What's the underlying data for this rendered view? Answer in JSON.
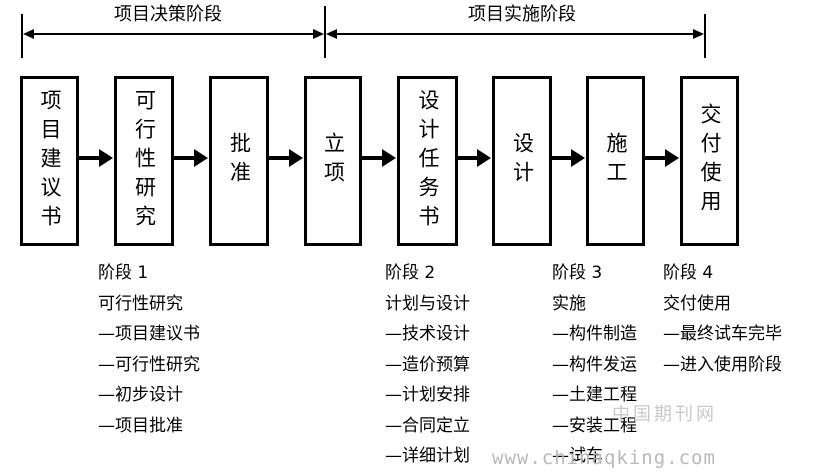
{
  "phases": {
    "decision": "项目决策阶段",
    "implementation": "项目实施阶段"
  },
  "boxes": [
    "项目建议书",
    "可行性研究",
    "批准",
    "立项",
    "设计任务书",
    "设计",
    "施工",
    "交付使用"
  ],
  "stages": [
    {
      "lines": [
        "阶段 1",
        "可行性研究",
        "—项目建议书",
        "—可行性研究",
        "—初步设计",
        "—项目批准"
      ]
    },
    {
      "lines": [
        "阶段 2",
        "计划与设计",
        "—技术设计",
        "—造价预算",
        "—计划安排",
        "—合同定立",
        "—详细计划"
      ]
    },
    {
      "lines": [
        "阶段 3",
        "实施",
        "—构件制造",
        "—构件发运",
        "—土建工程",
        "—安装工程",
        "—试车"
      ]
    },
    {
      "lines": [
        "阶段 4",
        "交付使用",
        "—最终试车完毕",
        "—进入使用阶段"
      ]
    }
  ],
  "watermark": {
    "text": "中国期刊网",
    "url": "www.chinaqking.com"
  }
}
